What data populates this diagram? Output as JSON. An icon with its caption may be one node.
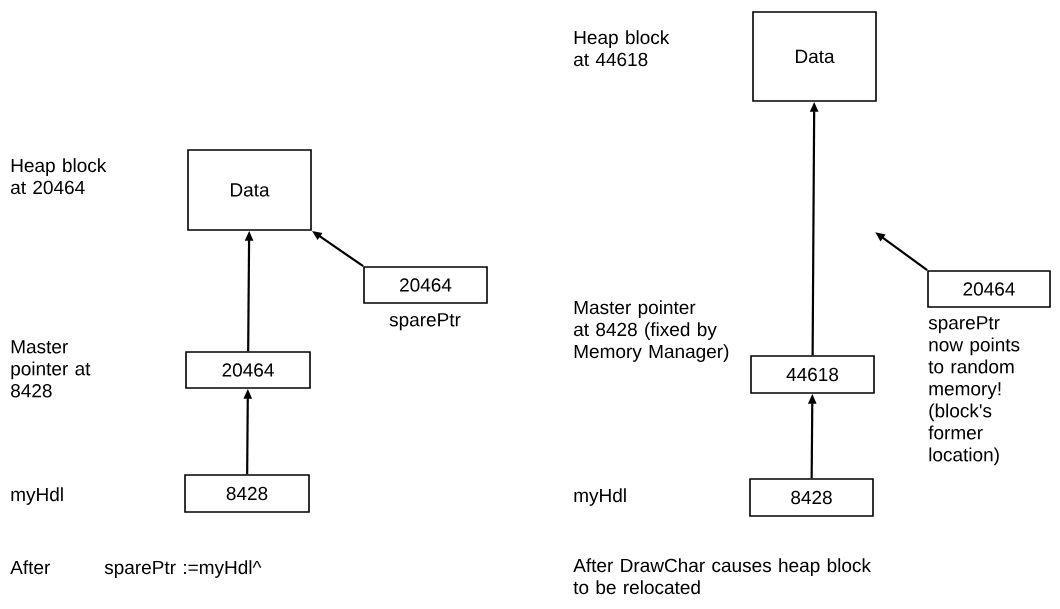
{
  "diagram": {
    "nodes": [
      {
        "text": [
          "Data"
        ]
      },
      {
        "text": [
          "20464"
        ]
      },
      {
        "text": [
          "8428"
        ]
      },
      {
        "text": [
          "20464"
        ],
        "beside": [
          "sparePtr"
        ]
      },
      {
        "text": [
          "Data"
        ]
      },
      {
        "text": [
          "44618"
        ]
      },
      {
        "text": [
          "8428"
        ]
      },
      {
        "text": [
          "20464"
        ],
        "beside": [
          "sparePtr now points to random memory! (block's former location)"
        ]
      }
    ],
    "edges": [
      {
        "from": 2,
        "to": 1,
        "arrow": "to"
      },
      {
        "from": 1,
        "to": 0,
        "arrow": "to"
      },
      {
        "from": 3,
        "to": 0,
        "arrow": "to"
      },
      {
        "from": 6,
        "to": 5,
        "arrow": "to"
      },
      {
        "from": 5,
        "to": 4,
        "arrow": "to"
      },
      {
        "from": 7,
        "to": null,
        "arrow": "to"
      }
    ],
    "labels": [
      "Heap block at 20464",
      "Master pointer at 8428",
      "myHdl",
      "After",
      "sparePtr :=myHdl^",
      "Heap block at 44618",
      "Master pointer at 8428 (fixed by Memory Manager)",
      "myHdl",
      "After DrawChar causes heap block to be relocated"
    ]
  }
}
